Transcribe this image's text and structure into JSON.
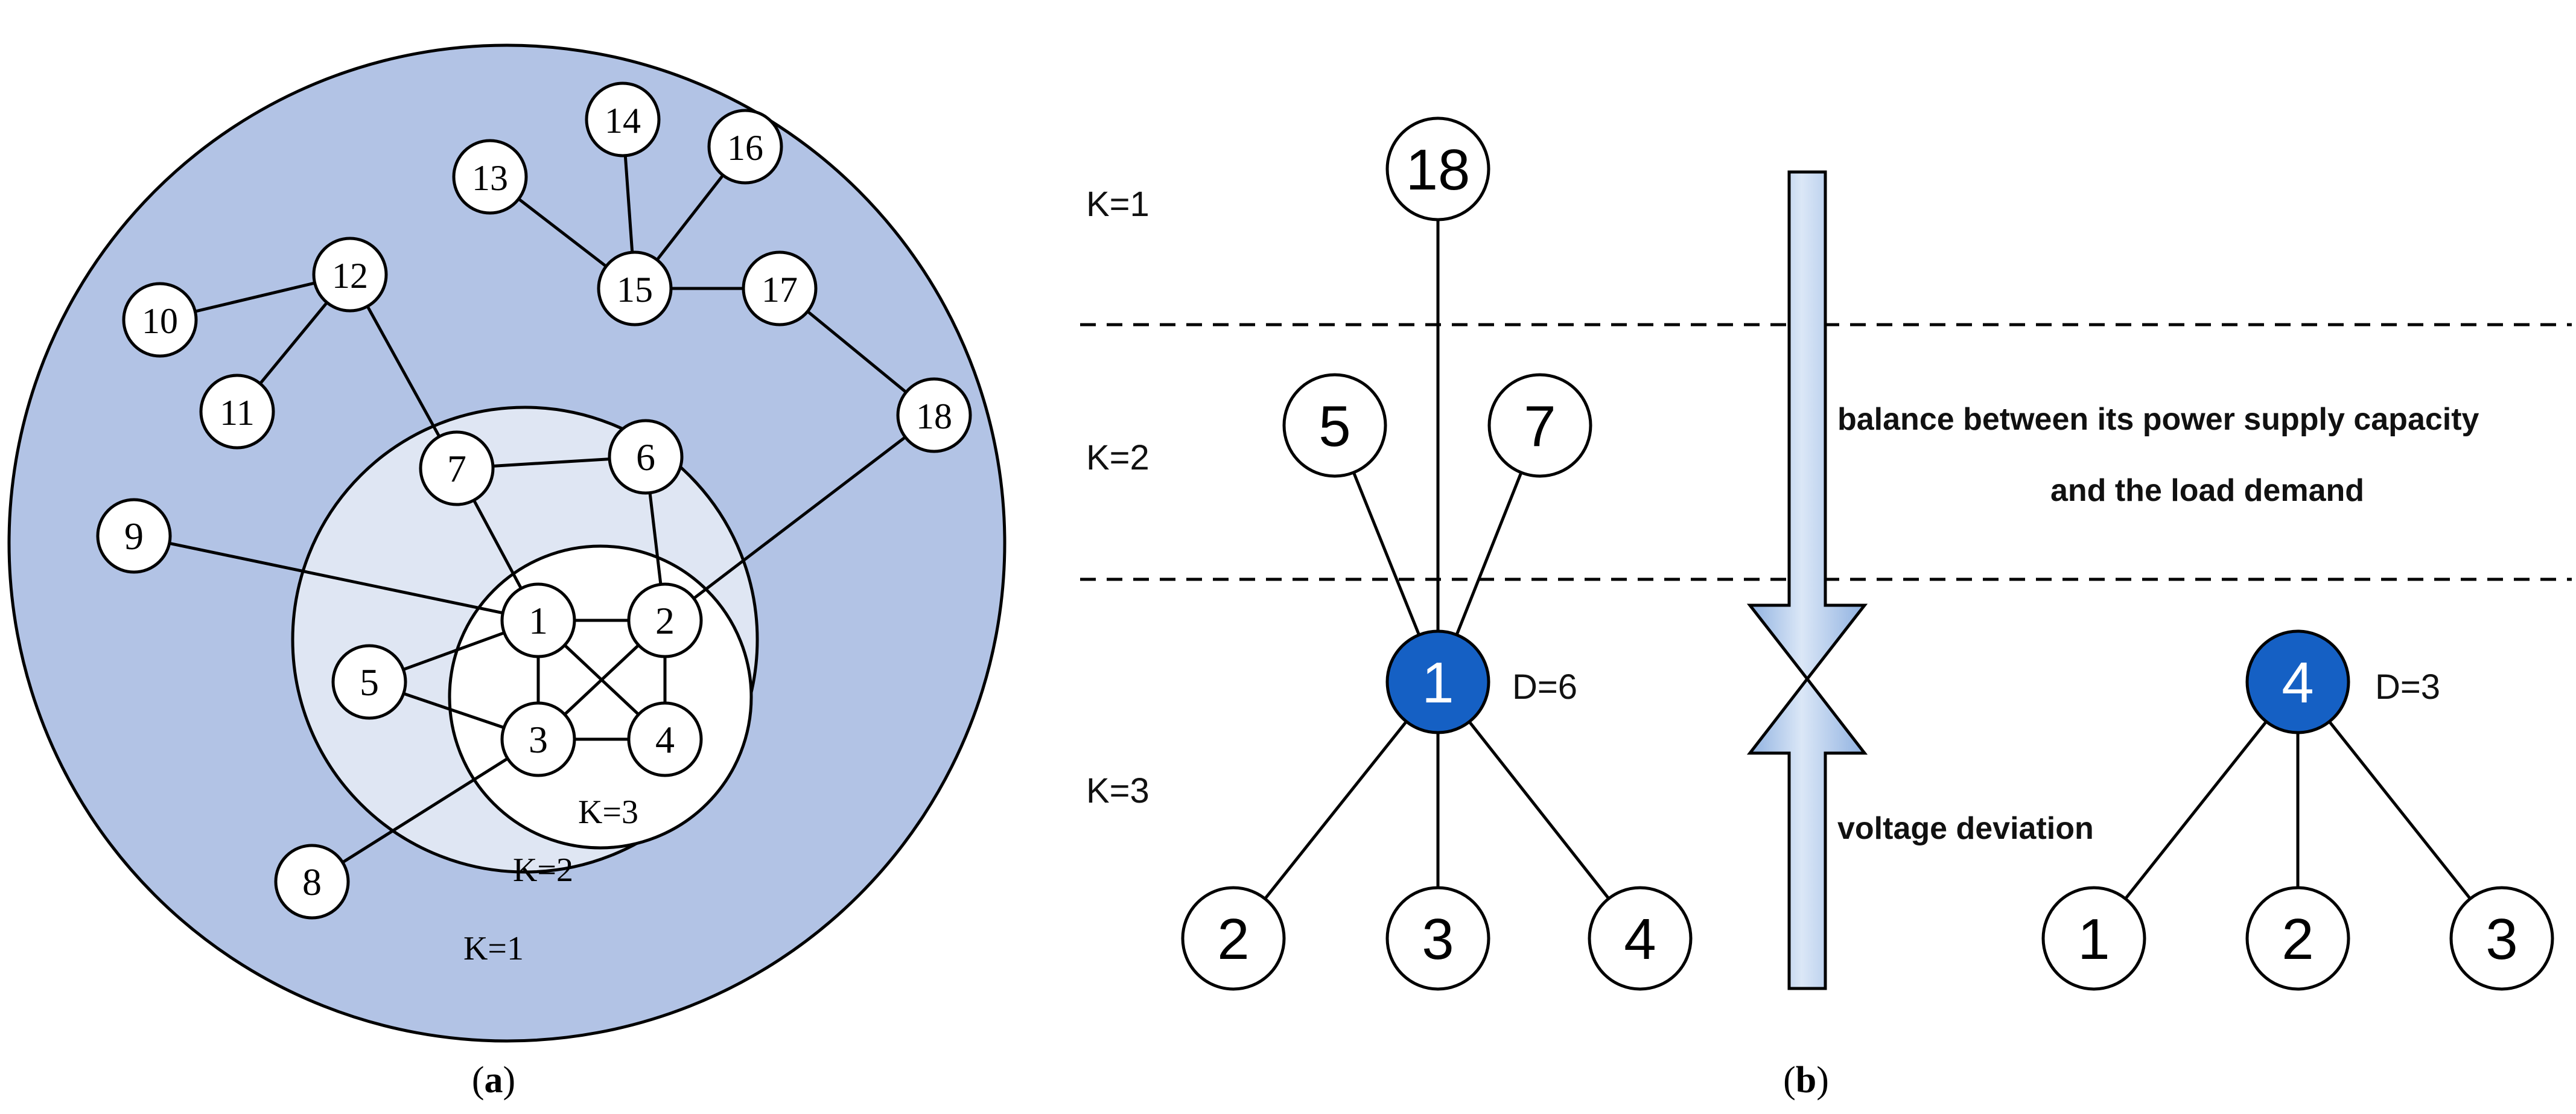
{
  "panel_a": {
    "caption_letter": "a",
    "shells": [
      {
        "label": "K=1",
        "fill": "#b2c3e5"
      },
      {
        "label": "K=2",
        "fill": "#dfe6f3"
      },
      {
        "label": "K=3",
        "fill": "#ffffff"
      }
    ],
    "nodes": [
      "1",
      "2",
      "3",
      "4",
      "5",
      "6",
      "7",
      "8",
      "9",
      "10",
      "11",
      "12",
      "13",
      "14",
      "15",
      "16",
      "17",
      "18"
    ],
    "edges": [
      [
        "1",
        "2"
      ],
      [
        "1",
        "3"
      ],
      [
        "1",
        "4"
      ],
      [
        "2",
        "3"
      ],
      [
        "2",
        "4"
      ],
      [
        "3",
        "4"
      ],
      [
        "1",
        "5"
      ],
      [
        "3",
        "5"
      ],
      [
        "1",
        "7"
      ],
      [
        "2",
        "6"
      ],
      [
        "6",
        "7"
      ],
      [
        "7",
        "12"
      ],
      [
        "10",
        "12"
      ],
      [
        "11",
        "12"
      ],
      [
        "1",
        "9"
      ],
      [
        "3",
        "8"
      ],
      [
        "2",
        "18"
      ],
      [
        "17",
        "18"
      ],
      [
        "15",
        "17"
      ],
      [
        "13",
        "15"
      ],
      [
        "14",
        "15"
      ],
      [
        "15",
        "16"
      ]
    ]
  },
  "panel_b": {
    "caption_letter": "b",
    "layer_labels": [
      "K=1",
      "K=2",
      "K=3"
    ],
    "left_tree": {
      "center": "1",
      "degree_label": "D=6",
      "neighbors": [
        "18",
        "5",
        "7",
        "2",
        "3",
        "4"
      ]
    },
    "right_tree": {
      "center": "4",
      "degree_label": "D=3",
      "neighbors": [
        "1",
        "2",
        "3"
      ]
    },
    "arrow_text_top_line1": "balance between its power supply capacity",
    "arrow_text_top_line2": "and the load demand",
    "arrow_text_bottom": "voltage deviation",
    "colors": {
      "center_fill": "#1560c4",
      "arrow_fill": "#a9c3e8",
      "line": "#000000"
    }
  }
}
